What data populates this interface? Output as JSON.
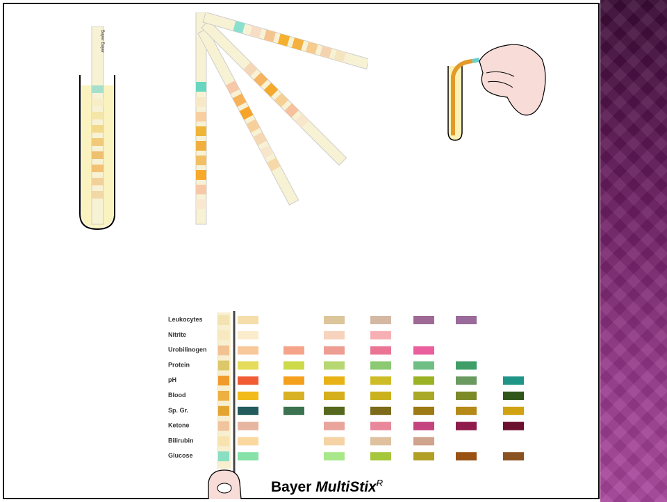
{
  "chart": {
    "labels": [
      "Leukocytes",
      "Nitrite",
      "Urobilinogen",
      "Protein",
      "pH",
      "Blood",
      "Sp. Gr.",
      "Ketone",
      "Bilirubin",
      "Glucose"
    ],
    "rows": [
      [
        "#f5deaa",
        null,
        "#dcc59a",
        "#d5b8a3",
        "#9e6a95",
        "#9a6a9a",
        null
      ],
      [
        "#fbeccb",
        null,
        "#f7d3bd",
        "#f6b0b4",
        null,
        null,
        null
      ],
      [
        "#f8c89a",
        "#f5a48a",
        "#ee9d93",
        "#ea7595",
        "#ea5f9e",
        null,
        null
      ],
      [
        "#e4dc5a",
        "#cdda4a",
        "#b7d773",
        "#8bca73",
        "#6fbf85",
        "#3f9e68",
        null
      ],
      [
        "#f25c35",
        "#f5a01d",
        "#e8b216",
        "#cdbc26",
        "#9ab224",
        "#6a9a60",
        "#1f9588"
      ],
      [
        "#f1bb1a",
        "#d9b125",
        "#d5af1c",
        "#c9b21e",
        "#a9a827",
        "#7c8a28",
        "#2f5518"
      ],
      [
        "#225c5e",
        "#3b7350",
        "#55681e",
        "#7b6b1a",
        "#9e7a14",
        "#b58a18",
        "#d1a313"
      ],
      [
        "#e7b6a0",
        null,
        "#e9a59c",
        "#e9889b",
        "#c3447e",
        "#8f1a4c",
        "#6c1030"
      ],
      [
        "#fbd8a0",
        null,
        "#f5d3a5",
        "#dfc19f",
        "#cfa38c",
        null,
        null
      ],
      [
        "#86e2a8",
        null,
        "#a8e88a",
        "#a6c63c",
        "#b2a026",
        "#9a5214",
        "#8a5220"
      ]
    ]
  },
  "brand": {
    "name": "Bayer",
    "product": "MultiStix",
    "mark": "R"
  },
  "colors": {
    "accent_panel": "#6a1c60",
    "urine": "#fbf2b8"
  }
}
